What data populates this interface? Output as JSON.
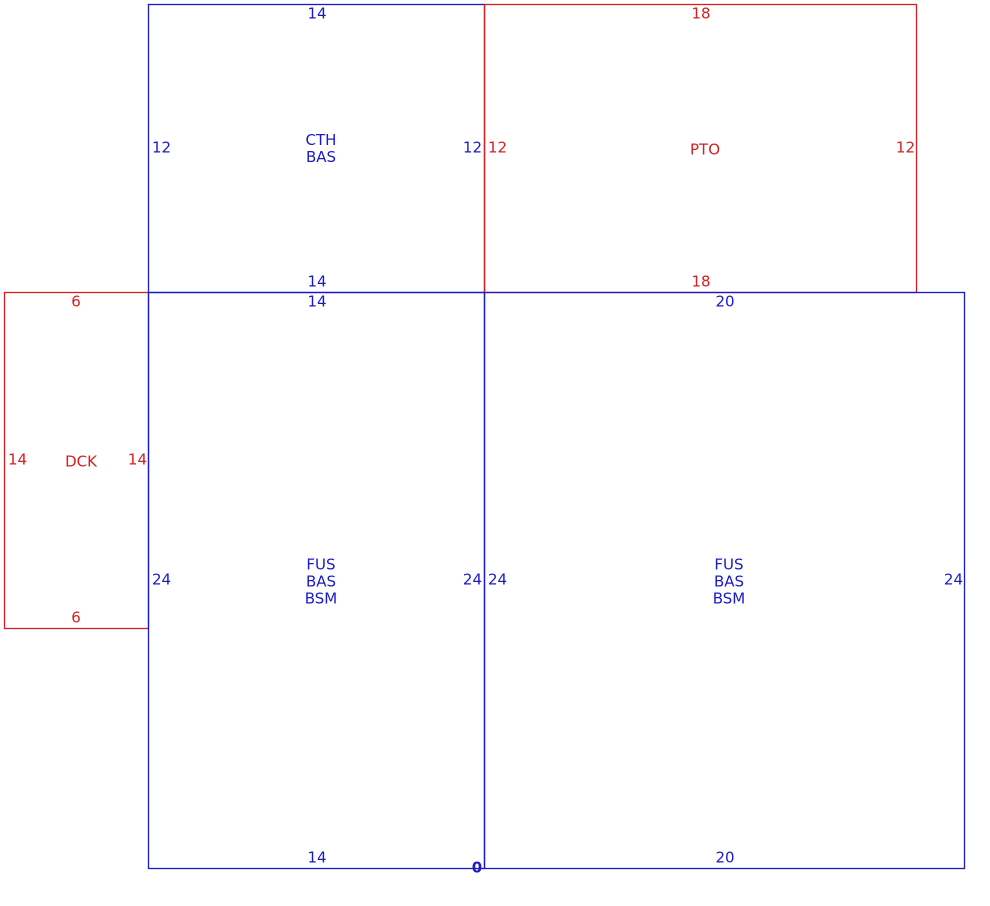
{
  "colors": {
    "main": "#1a1ac8",
    "addition": "#d42020"
  },
  "areas": {
    "cth_bas": {
      "codes": [
        "CTH",
        "BAS"
      ],
      "top": "14",
      "bottom": "14",
      "left": "12",
      "right": "12"
    },
    "pto": {
      "codes": [
        "PTO"
      ],
      "top": "18",
      "bottom": "18",
      "left": "12",
      "right": "12"
    },
    "dck": {
      "codes": [
        "DCK"
      ],
      "top": "6",
      "bottom": "6",
      "left": "14",
      "right": "14"
    },
    "fus_left": {
      "codes": [
        "FUS",
        "BAS",
        "BSM"
      ],
      "top": "14",
      "bottom": "14",
      "left": "24",
      "right": "24"
    },
    "fus_right": {
      "codes": [
        "FUS",
        "BAS",
        "BSM"
      ],
      "top": "20",
      "bottom": "20",
      "left": "24",
      "right": "24"
    }
  },
  "origin_label": "0"
}
